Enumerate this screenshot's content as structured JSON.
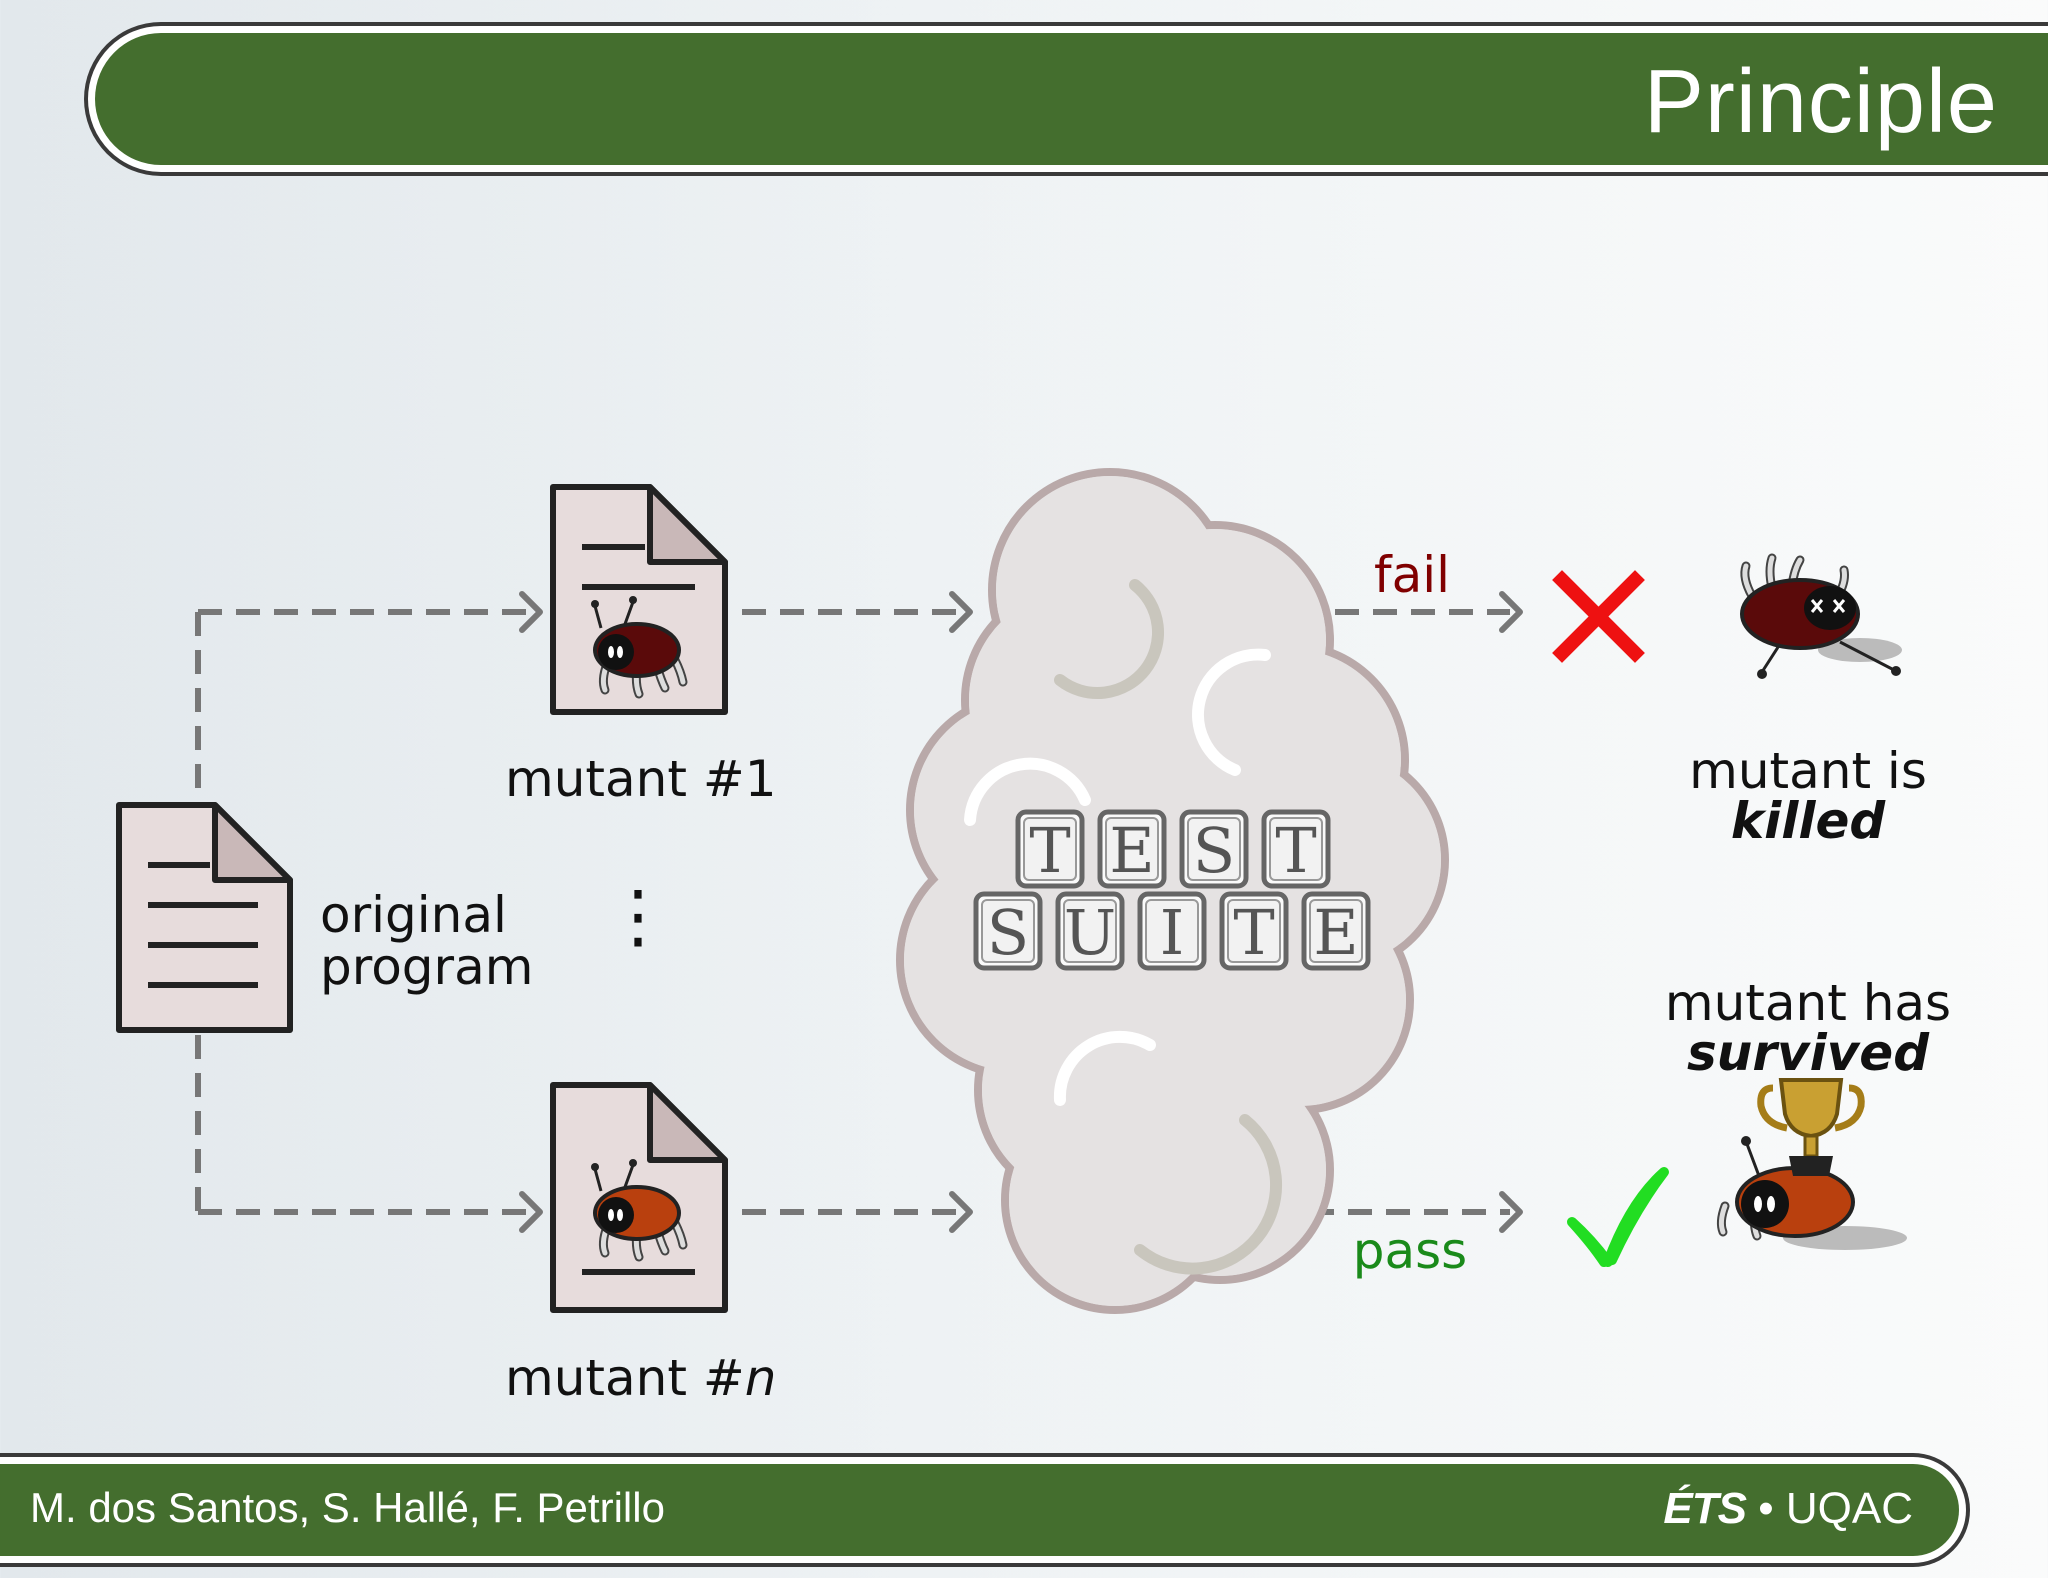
{
  "header": {
    "title": "Principle"
  },
  "diagram": {
    "original_label_line1": "original",
    "original_label_line2": "program",
    "mutant1_label": "mutant #1",
    "mutantn_prefix": "mutant #",
    "mutantn_suffix": "n",
    "ellipsis": "⋮",
    "test_row1": [
      "T",
      "E",
      "S",
      "T"
    ],
    "test_row2": [
      "S",
      "U",
      "I",
      "T",
      "E"
    ],
    "fail_label": "fail",
    "pass_label": "pass",
    "killed_line1": "mutant is",
    "killed_line2": "killed",
    "survived_line1": "mutant has",
    "survived_line2": "survived",
    "colors": {
      "bar_green": "#446e2e",
      "fail_red": "#800000",
      "pass_green": "#1a8a1a",
      "cross_red": "#ee1111",
      "check_green": "#22dd22",
      "bug_dark": "#5a0a0a",
      "bug_orange": "#b9400e"
    }
  },
  "footer": {
    "authors": "M. dos Santos, S. Hallé, F. Petrillo",
    "logo": "ÉTS",
    "separator": "•",
    "org": "UQAC"
  }
}
